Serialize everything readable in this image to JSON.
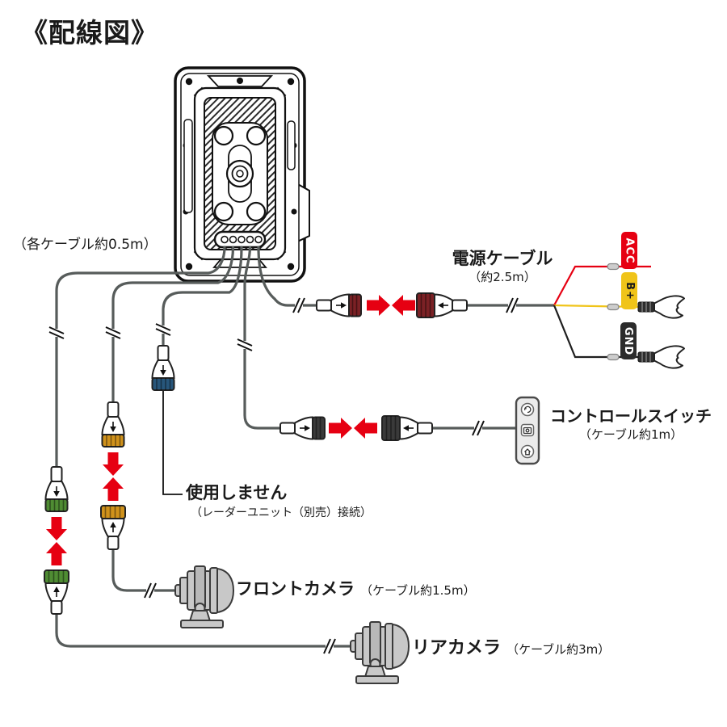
{
  "title": "《配線図》",
  "notes": {
    "each_cable_length": "（各ケーブル約0.5m）"
  },
  "power_cable": {
    "label": "電源ケーブル",
    "length": "（約2.5m）",
    "wires": [
      {
        "label": "ACC",
        "wire_color": "#e60012",
        "tag_bg": "#e60012",
        "tag_text": "#ffffff"
      },
      {
        "label": "B+",
        "wire_color": "#f0c419",
        "tag_bg": "#f0c419",
        "tag_text": "#1a1a1a"
      },
      {
        "label": "GND",
        "wire_color": "#1f1f1f",
        "tag_bg": "#2b2b2b",
        "tag_text": "#ffffff"
      }
    ]
  },
  "control_switch": {
    "label": "コントロールスイッチ",
    "length": "（ケーブル約1m）"
  },
  "radar_port": {
    "label": "使用しません",
    "note": "（レーダーユニット（別売）接続）"
  },
  "front_camera": {
    "label": "フロントカメラ",
    "length": "（ケーブル約1.5m）"
  },
  "rear_camera": {
    "label": "リアカメラ",
    "length": "（ケーブル約3m）"
  },
  "connector_colors": {
    "power": "#7b2125",
    "control_switch": "#3a3a3a",
    "radar": "#27567b",
    "front_camera": "#d0921b",
    "rear_camera": "#4f8c33"
  },
  "accent": {
    "arrow_red": "#e60012",
    "cable_gray": "#575c5b"
  }
}
